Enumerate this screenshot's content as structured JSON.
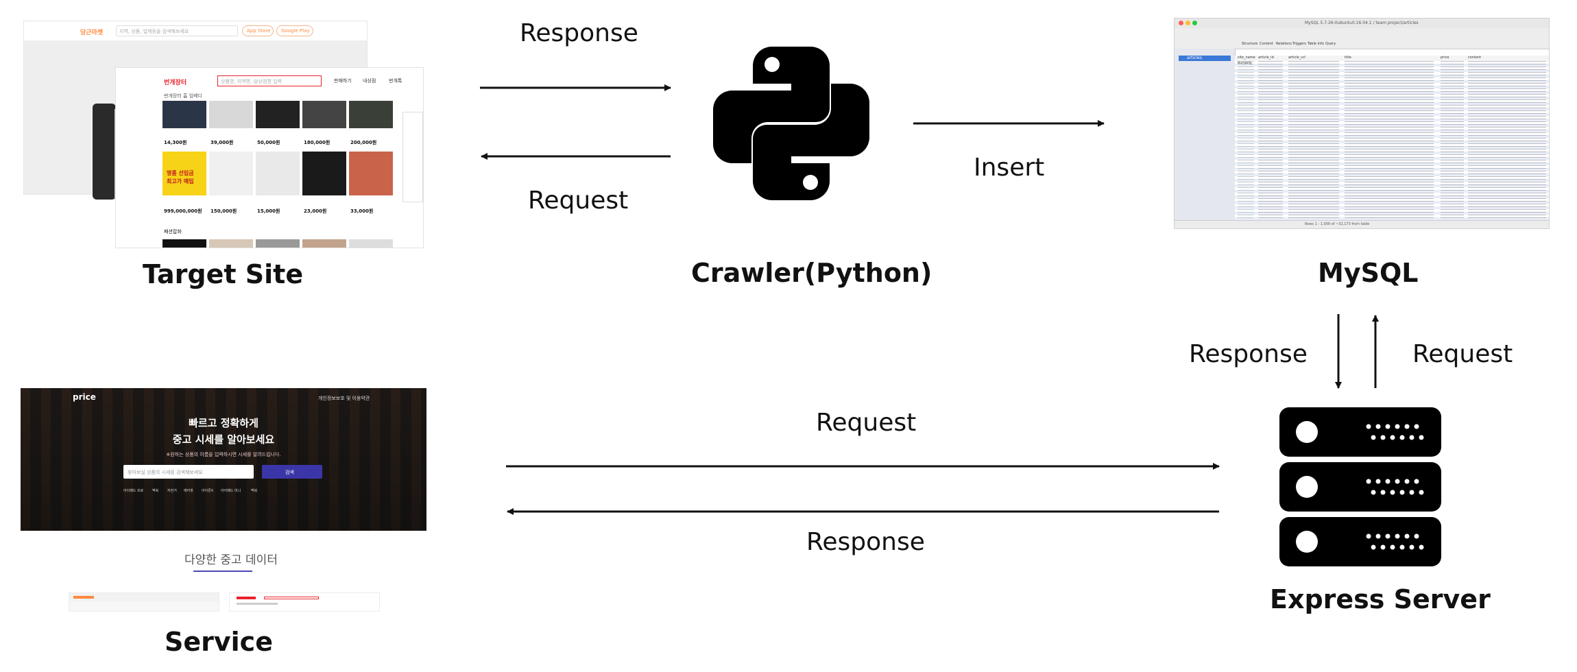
{
  "nodes": {
    "target_site": "Target Site",
    "crawler": "Crawler(Python)",
    "mysql": "MySQL",
    "express": "Express Server",
    "service": "Service"
  },
  "edges": {
    "crawler_to_target": "Response",
    "target_to_crawler": "Request",
    "crawler_to_mysql": "Insert",
    "mysql_to_express": "Response",
    "express_to_mysql": "Request",
    "service_to_express": "Request",
    "express_to_service": "Response"
  },
  "target_screenshot": {
    "back_logo": "당근마켓",
    "back_search_placeholder": "지역, 상품, 업체등을 검색해보세요",
    "back_btn1": "App Store",
    "back_btn2": "Google Play",
    "front_logo": "번개장터",
    "front_search_placeholder": "상품명, 지역명, @상점명 입력",
    "front_menu1": "판매하기",
    "front_menu2": "내상점",
    "front_menu3": "번개톡",
    "front_category": "번개장터 홈 임베디",
    "banner_text1": "명품 선입금",
    "banner_text2": "최고가 매입",
    "prices": [
      "14,300원",
      "39,000원",
      "50,000원",
      "180,000원",
      "200,000원",
      "999,000,000원",
      "150,000원",
      "15,000원",
      "23,000원",
      "33,000원"
    ],
    "section_title": "패션잡화"
  },
  "mysql_screenshot": {
    "title": "MySQL 5.7.26-0ubuntu0.16.04.1 / team project/articles",
    "tab": "articles",
    "toolbar": [
      "Structure",
      "Content",
      "Relations",
      "Triggers",
      "Table Info",
      "Query"
    ],
    "columns": [
      "site_name",
      "article_id",
      "article_url",
      "title",
      "price",
      "content"
    ],
    "row_site": "bunjang",
    "footer": "Rows 1 - 1,000 of ~32,173 from table"
  },
  "service_screenshot": {
    "logo": "price",
    "top_link": "개인정보보호 및 이용약관",
    "heading1": "빠르고 정확하게",
    "heading2": "중고 시세를 알아보세요",
    "sub": "※원하는 상품의 이름을 입력하시면 시세를 알려드립니다.",
    "search_placeholder": "찾아보실 상품의 시세를 검색해보세요",
    "search_button": "검색",
    "links": [
      "아이패드 프로",
      "맥북",
      "자전거",
      "에어팟",
      "아이폰X",
      "아이패드 미니",
      "맥북"
    ],
    "section_title": "다양한 중고 데이터"
  },
  "colors": {
    "ink": "#111111",
    "bunjang_red": "#e9232c",
    "carrot_orange": "#ff8a3d",
    "service_button": "#3b36a8"
  },
  "icons": {
    "crawler": "python-logo-icon",
    "express": "server-rack-icon"
  }
}
